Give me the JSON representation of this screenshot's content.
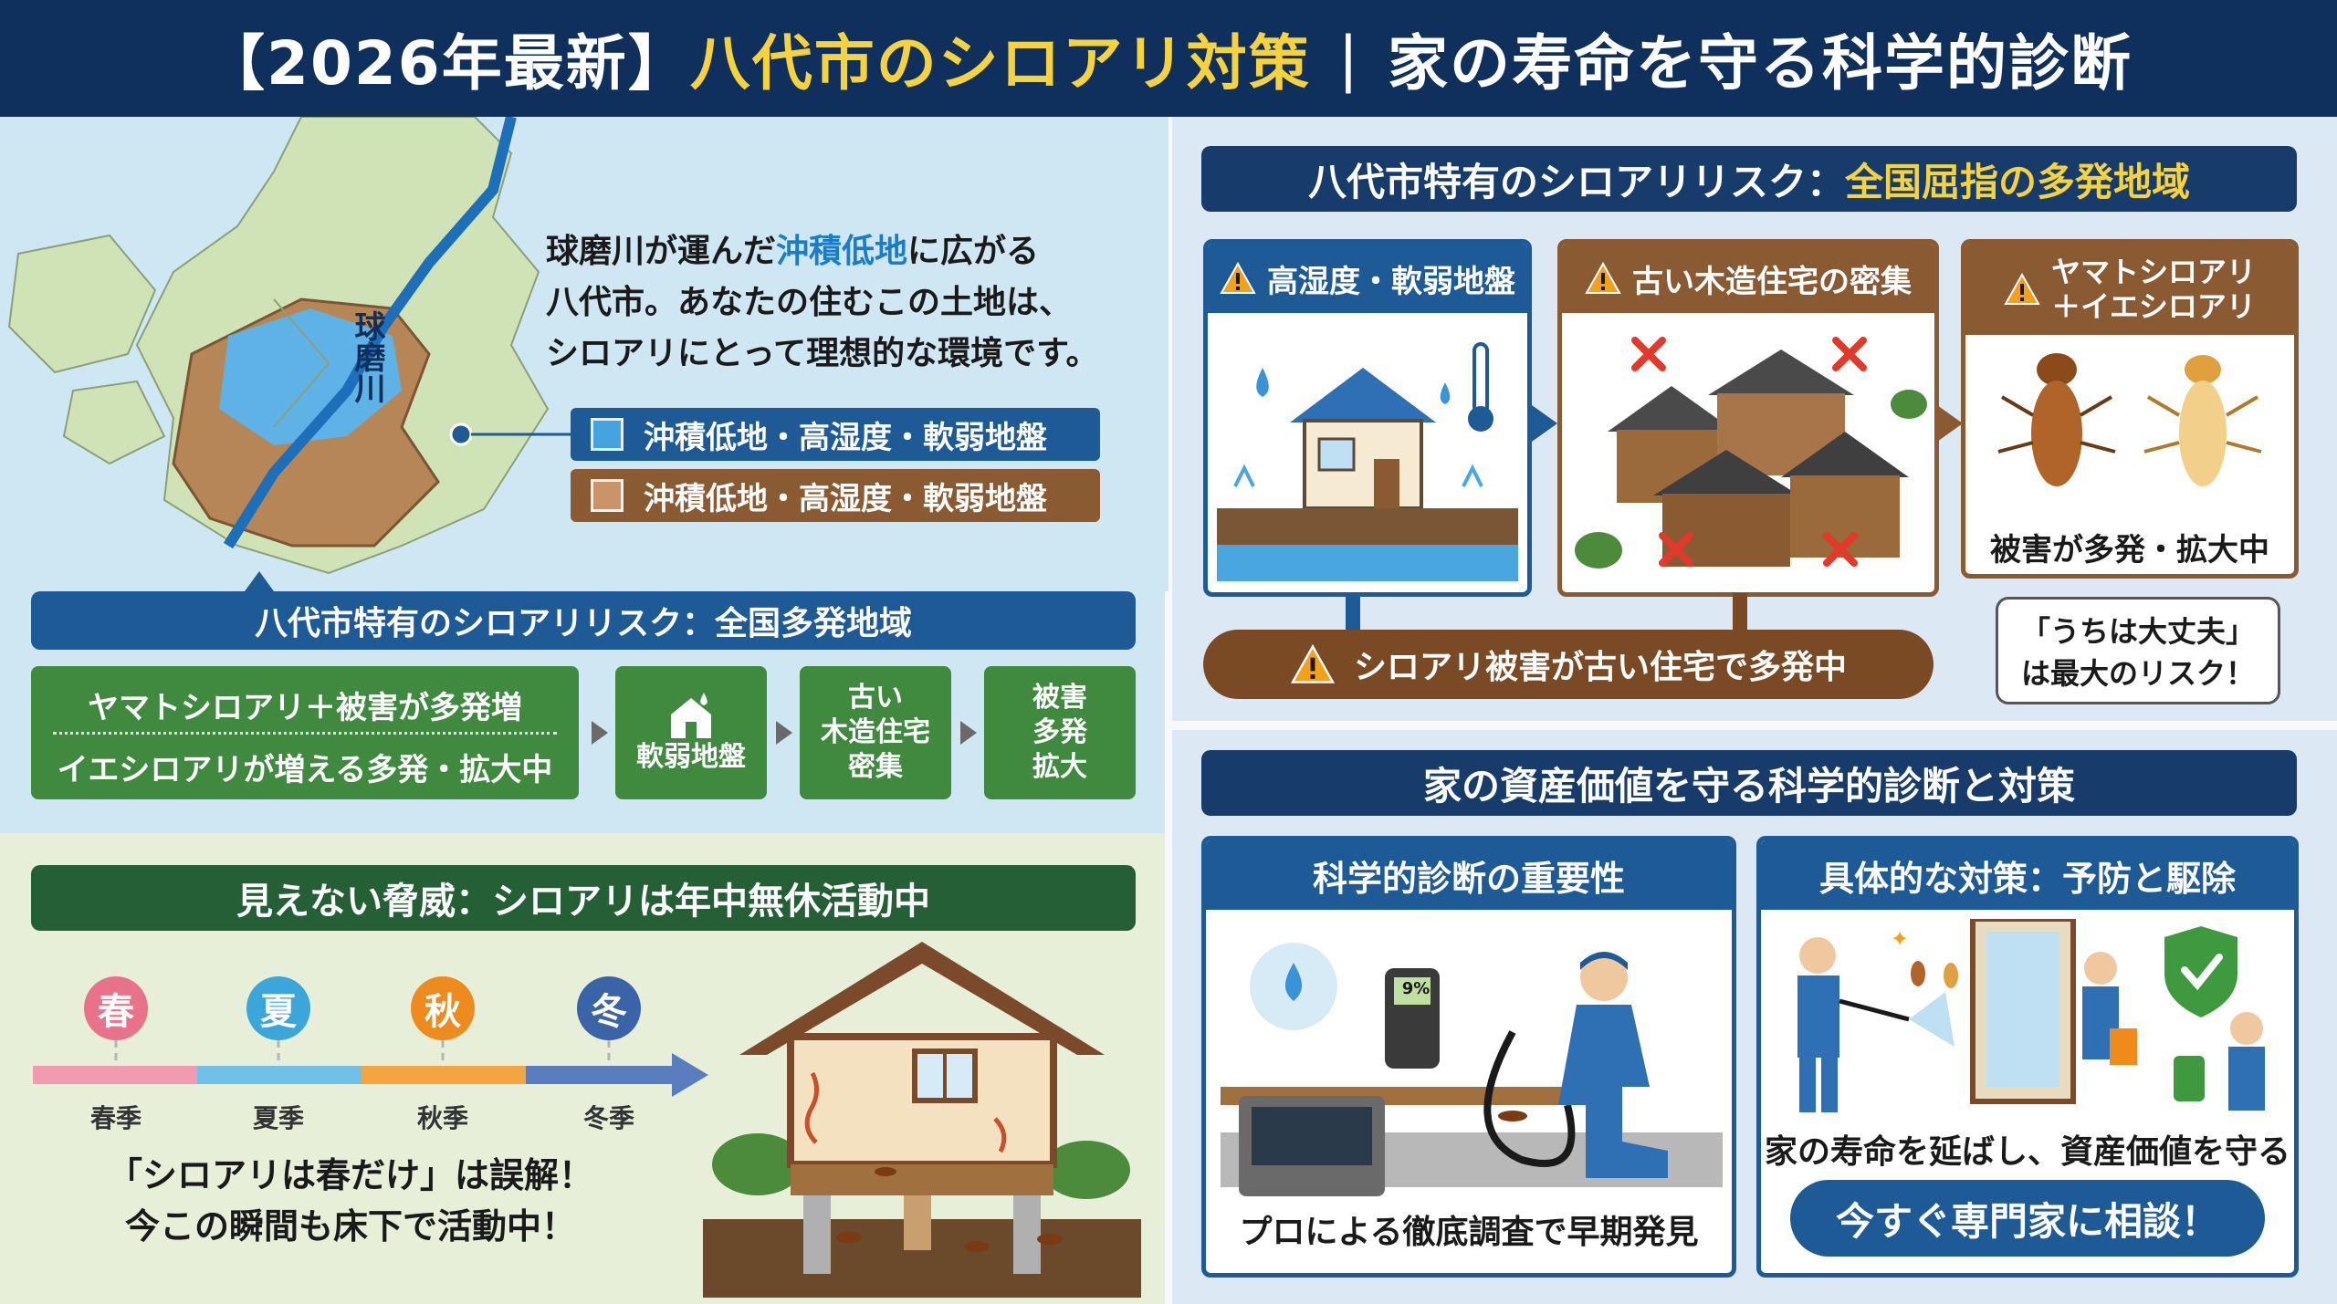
{
  "header": {
    "title_part1": "【2026年最新】",
    "title_part2": "八代市のシロアリ対策",
    "separator": "|",
    "title_part3": "家の寿命を守る科学的診断"
  },
  "map": {
    "river_label": "球磨川",
    "intro_lines": [
      "球磨川が運んだ",
      "沖積低地",
      "に広がる",
      "八代市。あなたの住むこの土地は、",
      "シロアリにとって理想的な環境です。"
    ],
    "legend": [
      {
        "label": "沖積低地・高湿度・軟弱地盤",
        "color": "#46a3df"
      },
      {
        "label": "沖積低地・高湿度・軟弱地盤",
        "color": "#c99468"
      }
    ]
  },
  "risk_left": {
    "title": "八代市特有のシロアリリスク：全国多発地域",
    "main_line1": "ヤマトシロアリ＋被害が多発増",
    "main_line2": "イエシロアリが増える多発・拡大中",
    "step_a": "軟弱地盤",
    "step_b": [
      "古い",
      "木造住宅",
      "密集"
    ],
    "step_c": [
      "被害",
      "多発",
      "拡大"
    ]
  },
  "threat": {
    "title": "見えない脅威：シロアリは年中無休活動中",
    "seasons": [
      {
        "char": "春",
        "label": "春季",
        "color": "#e8728a"
      },
      {
        "char": "夏",
        "label": "夏季",
        "color": "#3ba6da"
      },
      {
        "char": "秋",
        "label": "秋季",
        "color": "#ee8b1f"
      },
      {
        "char": "冬",
        "label": "冬季",
        "color": "#3b63a8"
      }
    ],
    "misconception_line1": "「シロアリは春だけ」は誤解！",
    "misconception_line2": "今この瞬間も床下で活動中！"
  },
  "risk_right": {
    "title_part1": "八代市特有のシロアリリスク：",
    "title_part2": "全国屈指の多発地域",
    "card1_title": "高湿度・軟弱地盤",
    "card2_title": "古い木造住宅の密集",
    "card3_title_line1": "ヤマトシロアリ",
    "card3_title_line2": "＋イエシロアリ",
    "card3_caption": "被害が多発・拡大中",
    "warning_bar": "シロアリ被害が古い住宅で多発中",
    "bubble_line1": "「うちは大丈夫」",
    "bubble_line2": "は最大のリスク！"
  },
  "diagnosis": {
    "title": "家の資産価値を守る科学的診断と対策",
    "card4_title": "科学的診断の重要性",
    "card4_caption": "プロによる徹底調査で早期発見",
    "meter_reading": "9%",
    "card5_title": "具体的な対策：予防と駆除",
    "card5_caption": "家の寿命を延ばし、資産価値を守る",
    "cta": "今すぐ専門家に相談！"
  },
  "colors": {
    "navy": "#0f2f5c",
    "blue": "#1d5a96",
    "green": "#3f8a3f",
    "brown": "#8a5a32",
    "yellow": "#f6d23c"
  }
}
